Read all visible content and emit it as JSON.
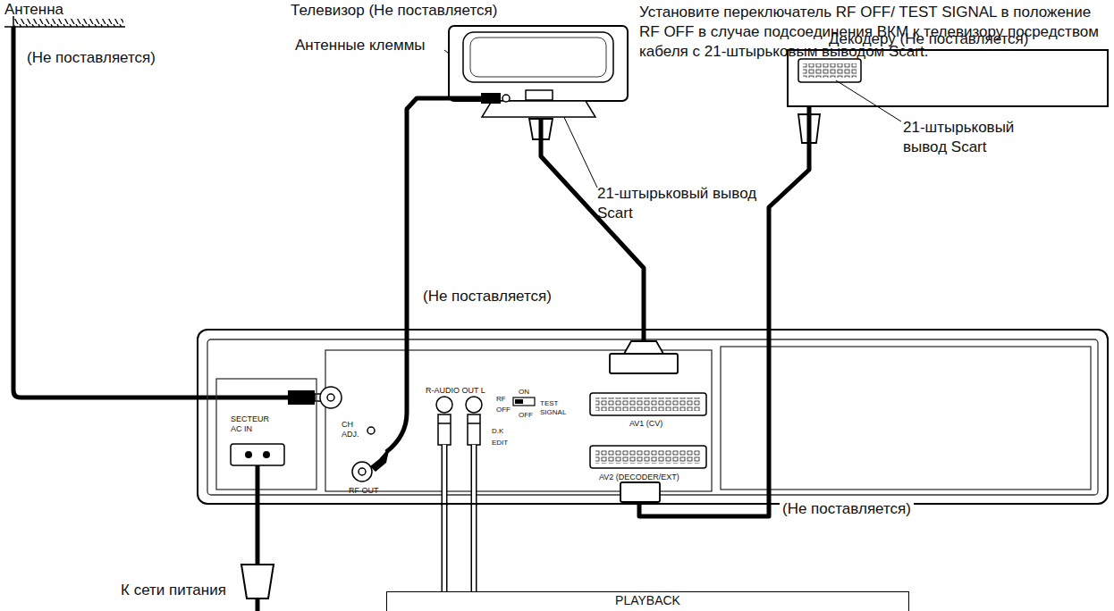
{
  "diagram": {
    "nodes": [
      {
        "text": [
          "Телевизор (Не поставляется)"
        ]
      },
      {
        "text": [
          "Декодеру (Не поставляется)"
        ]
      },
      {
        "text": [
          "SECTEUR AC IN",
          "CH ADJ.",
          "RF OUT",
          "R-AUDIO OUT L",
          "RF",
          "ON",
          "OFF",
          "TEST SIGNAL",
          "OFF",
          "D.K",
          "EDIT",
          "AV1 (CV)",
          "AV2 (DECODER/EXT)"
        ]
      },
      {
        "text": [
          "PLAYBACK"
        ]
      }
    ],
    "edges": [
      {
        "from": 2,
        "to": 0,
        "arrow": "none",
        "label": "(Не поставляется)"
      },
      {
        "from": 2,
        "to": 0,
        "arrow": "none"
      },
      {
        "from": 2,
        "to": 1,
        "arrow": "none",
        "label": "(Не поставляется)"
      },
      {
        "from": 2,
        "to": 3,
        "arrow": "none"
      },
      {
        "from": 2,
        "to": 3,
        "arrow": "none"
      }
    ],
    "labels": [
      "Антенна",
      "(Не поставляется)",
      "Антенные клеммы",
      "21-штырьковый вывод Scart",
      "Установите переключатель RF OFF/ TEST SIGNAL в положение RF OFF в случае подсоединения ВКМ к телевизору посредством кабеля с 21-штырьковым выводом Scart.",
      "21-штырьковый вывод Scart",
      "К сети питания"
    ]
  }
}
